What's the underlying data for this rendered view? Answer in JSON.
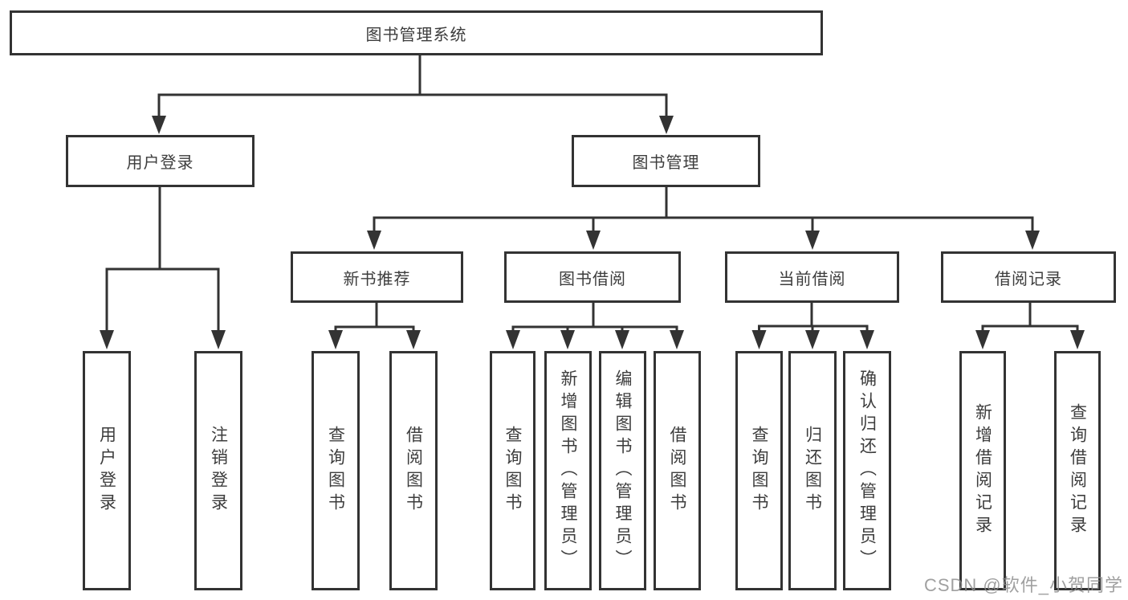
{
  "tree": {
    "label": "图书管理系统",
    "children": [
      {
        "label": "用户登录",
        "children": [
          {
            "label": "用户登录"
          },
          {
            "label": "注销登录"
          }
        ]
      },
      {
        "label": "图书管理",
        "children": [
          {
            "label": "新书推荐",
            "children": [
              {
                "label": "查询图书"
              },
              {
                "label": "借阅图书"
              }
            ]
          },
          {
            "label": "图书借阅",
            "children": [
              {
                "label": "查询图书"
              },
              {
                "label": "新增图书（管理员）"
              },
              {
                "label": "编辑图书（管理员）"
              },
              {
                "label": "借阅图书"
              }
            ]
          },
          {
            "label": "当前借阅",
            "children": [
              {
                "label": "查询图书"
              },
              {
                "label": "归还图书"
              },
              {
                "label": "确认归还（管理员）"
              }
            ]
          },
          {
            "label": "借阅记录",
            "children": [
              {
                "label": "新增借阅记录"
              },
              {
                "label": "查询借阅记录"
              }
            ]
          }
        ]
      }
    ]
  },
  "watermark": {
    "text": "CSDN @软件_小贺同学"
  },
  "theme": {
    "line": "#333333",
    "box_border": "#333333",
    "box_fill": "#ffffff",
    "text": "#3d3d3d",
    "watermark": "#8c8c8c",
    "background": "#ffffff"
  }
}
